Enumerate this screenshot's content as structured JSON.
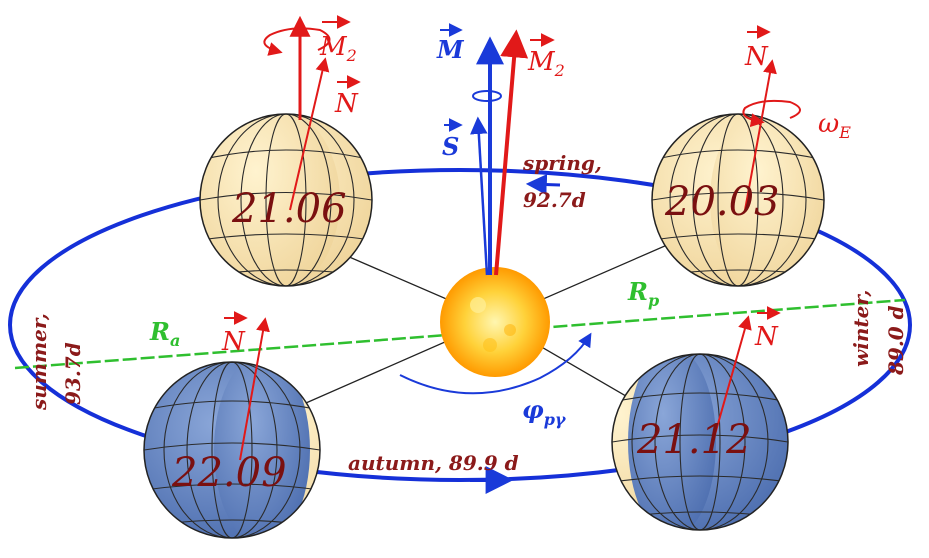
{
  "dates": {
    "june": "21.06",
    "march": "20.03",
    "september": "22.09",
    "december": "21.12"
  },
  "seasons": {
    "spring_line1": "spring,",
    "spring_line2": "92.7d",
    "summer_line1": "summer,",
    "summer_line2": "93.7d",
    "autumn": "autumn, 89.9 d",
    "winter_line1": "winter,",
    "winter_line2": "89.0 d"
  },
  "vectors": {
    "N": "N",
    "M": "M",
    "M2_base": "M",
    "M2_sub": "2",
    "S": "S",
    "omega_base": "ω",
    "omega_sub": "E",
    "Ra_base": "R",
    "Ra_sub": "a",
    "Rp_base": "R",
    "Rp_sub": "p",
    "phi_base": "φ",
    "phi_sub": "pγ"
  },
  "colors": {
    "orbit": "#1530d8",
    "apsides_line": "#2fbf2f",
    "vector_red": "#e11919",
    "vector_blue": "#1a3ad9",
    "date_text": "#7a1010",
    "globe_day": "#f6e3b0",
    "globe_night": "#6f8fc7",
    "sun_core": "#ffdf3a",
    "sun_edge": "#ff9d00"
  }
}
